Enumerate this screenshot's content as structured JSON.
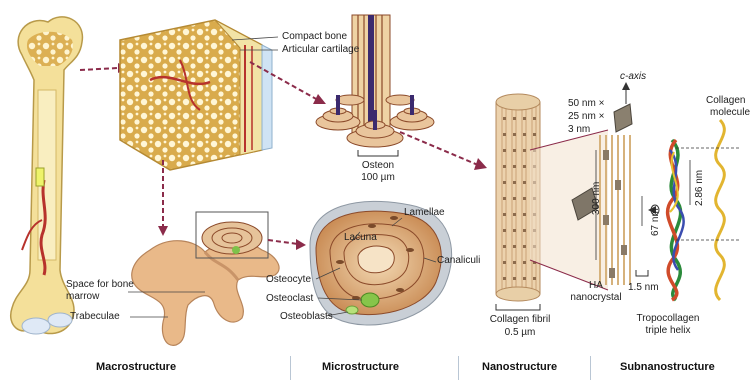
{
  "labels": {
    "compact_bone": "Compact bone",
    "articular_cartilage": "Articular cartilage",
    "osteon": "Osteon",
    "osteon_size": "100 µm",
    "lacuna": "Lacuna",
    "lamellae": "Lamellae",
    "canaliculi": "Canaliculi",
    "osteocyte": "Osteocyte",
    "osteoclast": "Osteoclast",
    "osteoblasts": "Osteoblasts",
    "space_for_bone_marrow_1": "Space for bone",
    "space_for_bone_marrow_2": "marrow",
    "trabeculae": "Trabeculae",
    "collagen_fibril": "Collagen fibril",
    "collagen_fibril_size": "0.5 µm",
    "c_axis": "c-axis",
    "crystal_dim_1": "50 nm ×",
    "crystal_dim_2": "25 nm ×",
    "crystal_dim_3": "3 nm",
    "ha_1": "HA",
    "ha_2": "nanocrystal",
    "dim_300nm": "300 nm",
    "dim_67nm": "67 nm",
    "dim_1_5nm": "1.5 nm",
    "dim_2_86nm": "2.86 nm",
    "tropocollagen_1": "Tropocollagen",
    "tropocollagen_2": "triple helix",
    "collagen_molecule_1": "Collagen",
    "collagen_molecule_2": "molecule"
  },
  "sections": [
    "Macrostructure",
    "Microstructure",
    "Nanostructure",
    "Subnanostructure"
  ],
  "colors": {
    "bone": "#f2dc8f",
    "bone_dark": "#c9a44a",
    "trabecular": "#d6a94a",
    "vessel": "#b7322c",
    "osteon_ring": "#8b4a2a",
    "cell_tan": "#e4b98a",
    "fibril": "#e7c9a0",
    "arrow": "#8b2b4a",
    "divider": "#b9c6d4"
  }
}
